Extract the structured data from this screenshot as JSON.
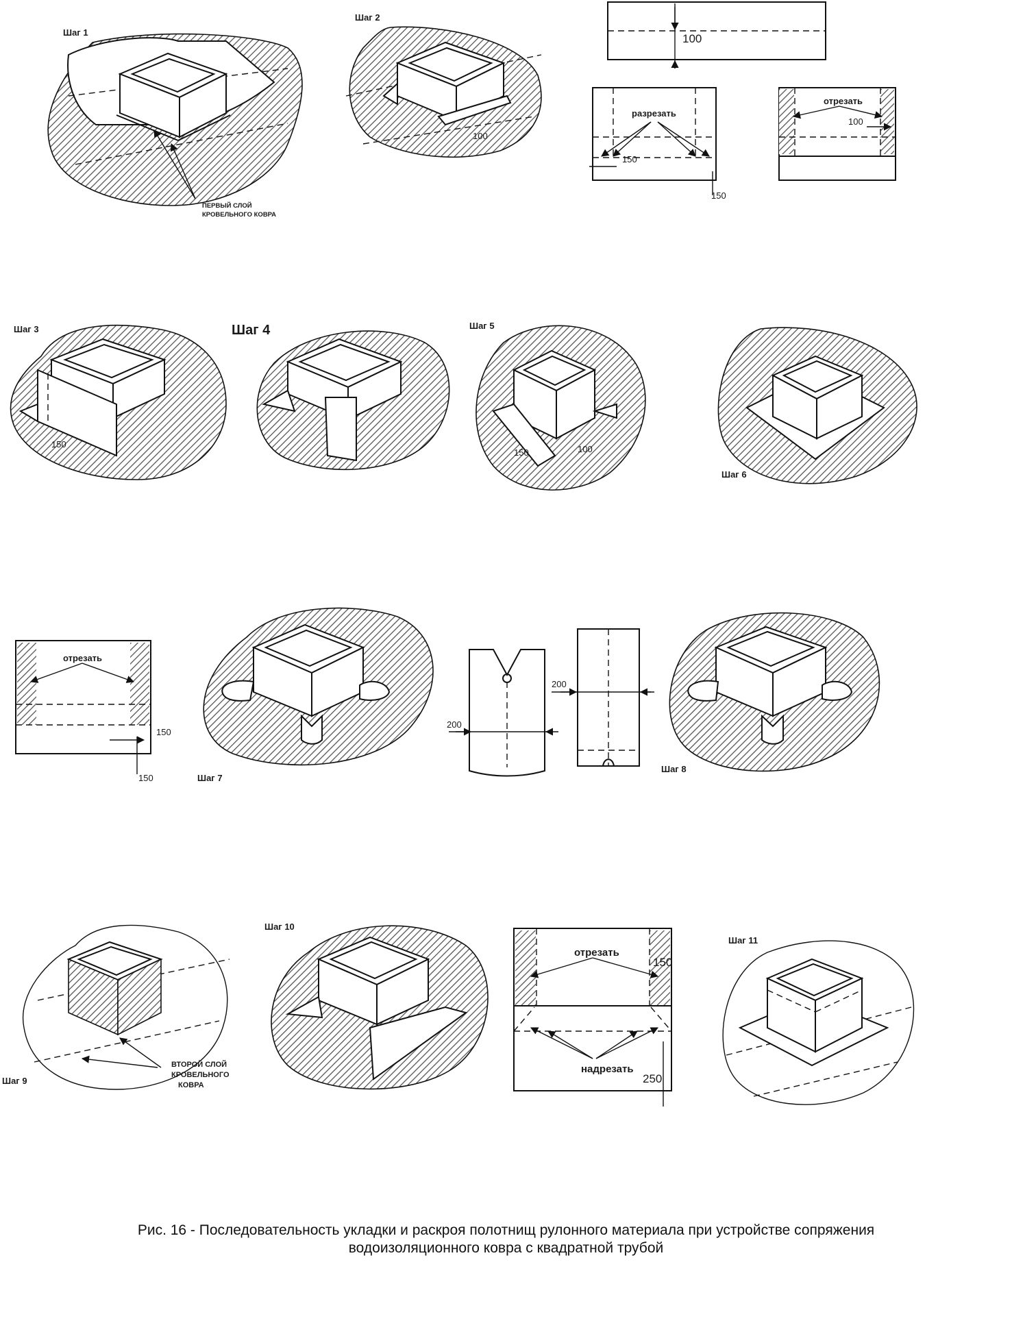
{
  "labels": {
    "step1": "Шаг 1",
    "step2": "Шаг 2",
    "step3": "Шаг 3",
    "step4": "Шаг 4",
    "step5": "Шаг 5",
    "step6": "Шаг 6",
    "step7": "Шаг 7",
    "step8": "Шаг 8",
    "step9": "Шаг 9",
    "step10": "Шаг 10",
    "step11": "Шаг 11",
    "first_layer_1": "ПЕРВЫЙ СЛОЙ",
    "first_layer_2": "КРОВЕЛЬНОГО КОВРА",
    "second_layer_1": "ВТОРОЙ СЛОЙ",
    "second_layer_2": "КРОВЕЛЬНОГО",
    "second_layer_3": "КОВРА",
    "cut_razrezat": "разрезать",
    "cut_otrezat": "отрезать",
    "cut_nadrezat": "надрезать"
  },
  "dims": {
    "d100": "100",
    "d150": "150",
    "d200": "200",
    "d250": "250"
  },
  "caption": {
    "line1": "Рис. 16 - Последовательность укладки и раскроя полотнищ рулонного материала при устройстве сопряжения",
    "line2": "водоизоляционного ковра с квадратной трубой"
  }
}
